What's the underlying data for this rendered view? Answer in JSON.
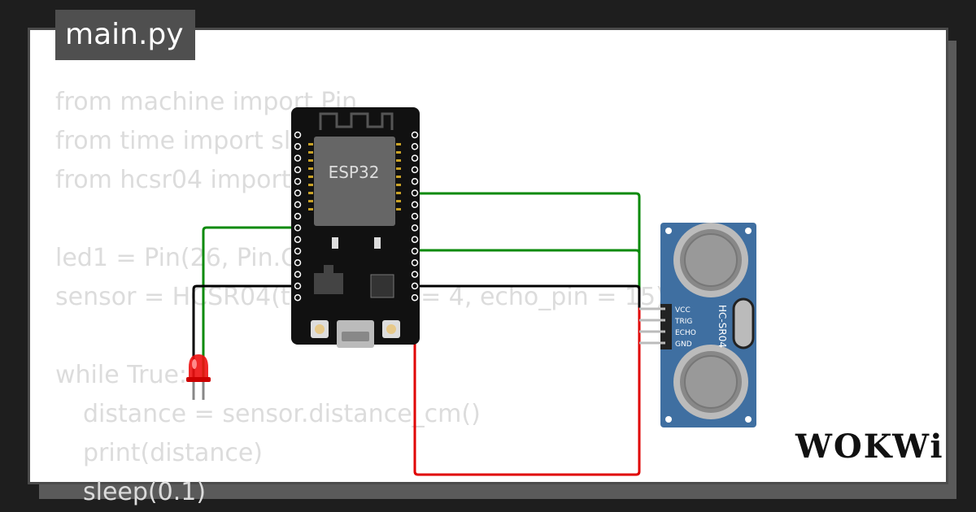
{
  "tab": {
    "title": "main.py"
  },
  "code": {
    "lines": [
      {
        "text": "from machine import Pin",
        "indent": 0
      },
      {
        "text": "from time import sleep",
        "indent": 0
      },
      {
        "text": "from hcsr04 import HCSR04",
        "indent": 0
      },
      {
        "text": "",
        "indent": 0
      },
      {
        "text": "led1 = Pin(26, Pin.OUT)",
        "indent": 0
      },
      {
        "text": "sensor = HCSR04(trigger_pin = 4, echo_pin = 15)",
        "indent": 0
      },
      {
        "text": "",
        "indent": 0
      },
      {
        "text": "while True:",
        "indent": 0
      },
      {
        "text": "distance = sensor.distance_cm()",
        "indent": 1
      },
      {
        "text": "print(distance)",
        "indent": 1
      },
      {
        "text": "sleep(0.1)",
        "indent": 1
      }
    ]
  },
  "esp32": {
    "label": "ESP32"
  },
  "sensor": {
    "label": "HC-SR04",
    "pins": [
      "VCC",
      "TRIG",
      "ECHO",
      "GND"
    ]
  },
  "logo": {
    "text": "WOKWi"
  },
  "colors": {
    "wire_green": "#0a8a0a",
    "wire_red": "#e00000",
    "wire_black": "#000000",
    "board": "#111111",
    "sensor_blue": "#3f6fa1"
  }
}
